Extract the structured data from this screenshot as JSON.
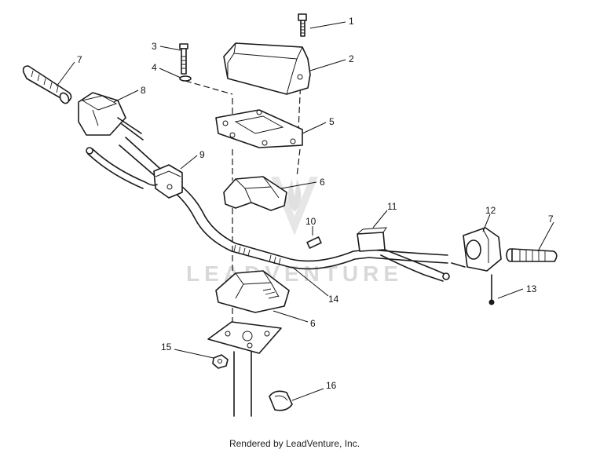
{
  "diagram": {
    "callouts": [
      "1",
      "2",
      "3",
      "4",
      "5",
      "6",
      "7",
      "8",
      "9",
      "10",
      "11",
      "12",
      "13",
      "14",
      "15",
      "16"
    ],
    "watermark_text": "LEADVENTURE",
    "footer_text": "Rendered by LeadVenture, Inc."
  }
}
